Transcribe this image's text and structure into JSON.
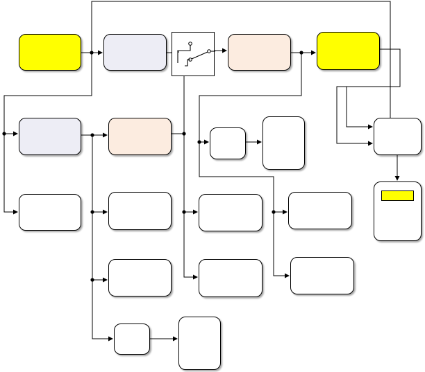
{
  "diagram": {
    "title": "",
    "nodes": [
      {
        "id": "n1",
        "label": "",
        "fill": "yellow"
      },
      {
        "id": "n2",
        "label": "",
        "fill": "lavender"
      },
      {
        "id": "n3",
        "label": "",
        "fill": "white",
        "kind": "switch"
      },
      {
        "id": "n4",
        "label": "",
        "fill": "peach"
      },
      {
        "id": "n5",
        "label": "",
        "fill": "yellow"
      },
      {
        "id": "n6",
        "label": "",
        "fill": "lavender"
      },
      {
        "id": "n7",
        "label": "",
        "fill": "peach"
      },
      {
        "id": "n8",
        "label": "",
        "fill": "white"
      },
      {
        "id": "n9",
        "label": "",
        "fill": "white"
      },
      {
        "id": "n10",
        "label": "",
        "fill": "white"
      },
      {
        "id": "n11",
        "label": "",
        "fill": "white"
      },
      {
        "id": "n12",
        "label": "",
        "fill": "white"
      },
      {
        "id": "n13",
        "label": "",
        "fill": "white"
      },
      {
        "id": "n14",
        "label": "",
        "fill": "white"
      },
      {
        "id": "n15",
        "label": "",
        "fill": "white"
      },
      {
        "id": "n16",
        "label": "",
        "fill": "white"
      },
      {
        "id": "n17",
        "label": "",
        "fill": "white"
      },
      {
        "id": "n18",
        "label": "",
        "fill": "white"
      },
      {
        "id": "n19",
        "label": "",
        "fill": "white"
      },
      {
        "id": "n20",
        "label": "",
        "fill": "white"
      },
      {
        "id": "n21",
        "label": "",
        "fill": "white"
      },
      {
        "id": "n22",
        "label": "",
        "fill": "white",
        "indicator": "yellow"
      }
    ],
    "edges": [
      [
        "n1",
        "n2"
      ],
      [
        "n2",
        "n3"
      ],
      [
        "n3",
        "n4"
      ],
      [
        "n4",
        "n5"
      ],
      [
        "n5",
        "n21"
      ],
      [
        "n21",
        "n22"
      ],
      [
        "n3",
        "n6"
      ],
      [
        "n6",
        "n7"
      ],
      [
        "n6",
        "n10"
      ],
      [
        "n7",
        "n8"
      ],
      [
        "n8",
        "n9"
      ],
      [
        "n4",
        "n17"
      ],
      [
        "n17",
        "n18"
      ],
      [
        "n7",
        "n12"
      ],
      [
        "n7",
        "n14"
      ],
      [
        "n13",
        "n15"
      ],
      [
        "n15",
        "n16"
      ],
      [
        "n3",
        "n11"
      ],
      [
        "n11",
        "n13"
      ],
      [
        "n4",
        "n19"
      ],
      [
        "n13",
        "n20"
      ]
    ]
  },
  "colors": {
    "yellow": "#ffff00",
    "lavender": "#ededf5",
    "peach": "#fcece0",
    "line": "#000000"
  }
}
